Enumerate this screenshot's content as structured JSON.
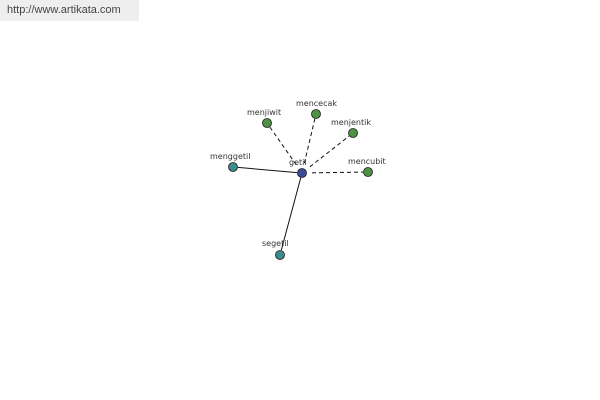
{
  "header": {
    "url_text": "http://www.artikata.com"
  },
  "graph": {
    "center": {
      "id": "getil",
      "label": "getil",
      "color": "#3b4a9a"
    },
    "nodes": [
      {
        "id": "menjiwit",
        "label": "menjiwit",
        "color": "#4f9145",
        "link": "dashed"
      },
      {
        "id": "mencecak",
        "label": "mencecak",
        "color": "#4f9145",
        "link": "dashed"
      },
      {
        "id": "menjentik",
        "label": "menjentik",
        "color": "#4f9145",
        "link": "dashed"
      },
      {
        "id": "menggetil",
        "label": "menggetil",
        "color": "#3d8a8f",
        "link": "solid"
      },
      {
        "id": "mencubit",
        "label": "mencubit",
        "color": "#4f9145",
        "link": "dashed"
      },
      {
        "id": "segetil",
        "label": "segetil",
        "color": "#3d8a8f",
        "link": "solid"
      }
    ]
  }
}
